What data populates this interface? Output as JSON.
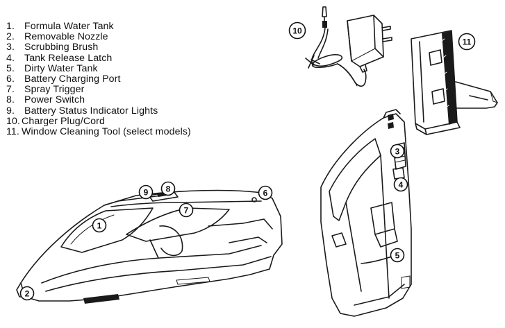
{
  "legend": [
    {
      "num": "1.",
      "label": "Formula Water Tank"
    },
    {
      "num": "2.",
      "label": "Removable Nozzle"
    },
    {
      "num": "3.",
      "label": "Scrubbing Brush"
    },
    {
      "num": "4.",
      "label": "Tank Release Latch"
    },
    {
      "num": "5.",
      "label": "Dirty Water Tank"
    },
    {
      "num": "6.",
      "label": "Battery Charging Port"
    },
    {
      "num": "7.",
      "label": "Spray Trigger"
    },
    {
      "num": "8.",
      "label": "Power Switch"
    },
    {
      "num": "9.",
      "label": "Battery Status Indicator Lights"
    },
    {
      "num": "10.",
      "label": "Charger Plug/Cord"
    },
    {
      "num": "11.",
      "label": "Window Cleaning Tool (select models)"
    }
  ],
  "callouts": [
    "1",
    "2",
    "3",
    "4",
    "5",
    "6",
    "7",
    "8",
    "9",
    "10",
    "11"
  ]
}
